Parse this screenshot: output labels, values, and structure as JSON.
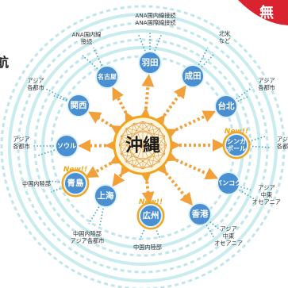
{
  "hub": {
    "label": "沖縄"
  },
  "new_badge": "New!!",
  "partial_title": "航",
  "corner_banner_glyph": "無",
  "cities": [
    {
      "id": "haneda",
      "label": "羽田"
    },
    {
      "id": "narita",
      "label": "成田"
    },
    {
      "id": "taipei",
      "label": "台北"
    },
    {
      "id": "singapore",
      "label": "シンガ\nポール",
      "is_new": true
    },
    {
      "id": "bangkok",
      "label": "バンコク"
    },
    {
      "id": "hongkong",
      "label": "香港"
    },
    {
      "id": "guangzhou",
      "label": "広州",
      "is_new": true
    },
    {
      "id": "shanghai",
      "label": "上海"
    },
    {
      "id": "qingdao",
      "label": "青島",
      "is_new": true
    },
    {
      "id": "seoul",
      "label": "ソウル"
    },
    {
      "id": "kansai",
      "label": "関西"
    },
    {
      "id": "nagoya",
      "label": "名古屋"
    }
  ],
  "destinations": [
    {
      "id": "dest-top",
      "lines": [
        "ANA国内線接続",
        "ANA国際線接続"
      ]
    },
    {
      "id": "dest-nagoya",
      "lines": [
        "ANA国内線",
        "接続"
      ]
    },
    {
      "id": "dest-narita",
      "lines": [
        "北米",
        "など"
      ]
    },
    {
      "id": "dest-left-top",
      "lines": [
        "アジア",
        "各都市"
      ]
    },
    {
      "id": "dest-right-top",
      "lines": [
        "アジア",
        "各都市"
      ]
    },
    {
      "id": "dest-left-mid",
      "lines": [
        "アジア",
        "各都市"
      ]
    },
    {
      "id": "dest-right-mid",
      "lines": [
        "アジ",
        "各都"
      ]
    },
    {
      "id": "dest-qingdao",
      "lines": [
        "中国内陸部"
      ]
    },
    {
      "id": "dest-bangkok",
      "lines": [
        "アジア",
        "中東",
        "オセアニア"
      ]
    },
    {
      "id": "dest-shanghai",
      "lines": [
        "中国内陸部",
        "アジア各都市"
      ]
    },
    {
      "id": "dest-hongkong",
      "lines": [
        "アジア",
        "中東",
        "オセアニア"
      ]
    },
    {
      "id": "dest-guangzhou",
      "lines": [
        "中国内陸部"
      ]
    }
  ],
  "colors": {
    "city": "#4a8fd1",
    "new_ring": "#f2a51f",
    "arrow": "#f2a03a",
    "hub": "#f3a21c",
    "banner": "#d9232e"
  }
}
